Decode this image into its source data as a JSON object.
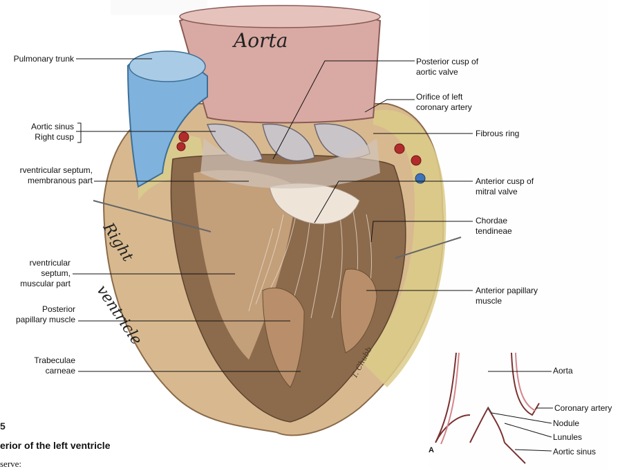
{
  "organ_labels": {
    "aorta": "Aorta",
    "right_ventricle_line1": "Right",
    "right_ventricle_line2": "ventricle"
  },
  "left_labels": {
    "pulmonary_trunk": "Pulmonary trunk",
    "aortic_sinus": "Aortic sinus\nRight cusp",
    "septum_membranous": "rventricular septum,\nmembranous part",
    "septum_muscular": "rventricular septum,\nmuscular part",
    "posterior_papillary": "Posterior\npapillary muscle",
    "trabeculae": "Trabeculae\ncarneae"
  },
  "right_labels": {
    "posterior_cusp": "Posterior cusp of\naortic valve",
    "orifice_coronary": "Orifice of left\ncoronary artery",
    "fibrous_ring": "Fibrous ring",
    "anterior_cusp_mitral": "Anterior cusp of\nmitral valve",
    "chordae": "Chordae\ntendineae",
    "anterior_papillary": "Anterior papillary\nmuscle"
  },
  "inset_labels": {
    "panel_id": "A",
    "aorta": "Aorta",
    "coronary_artery": "Coronary artery",
    "nodule": "Nodule",
    "lunules": "Lunules",
    "aortic_sinus": "Aortic sinus"
  },
  "caption": {
    "figure_number": "5",
    "title": "erior of the left ventricle",
    "body": "serve:"
  },
  "signature": "T. Chubb",
  "colors": {
    "aorta_wall": "#d9a9a3",
    "pulmonary_trunk": "#7fb2dd",
    "myocardium": "#c9a27a",
    "ventricle_interior": "#8a6a50",
    "fat": "#e0d49a",
    "leader_line": "#111111"
  }
}
